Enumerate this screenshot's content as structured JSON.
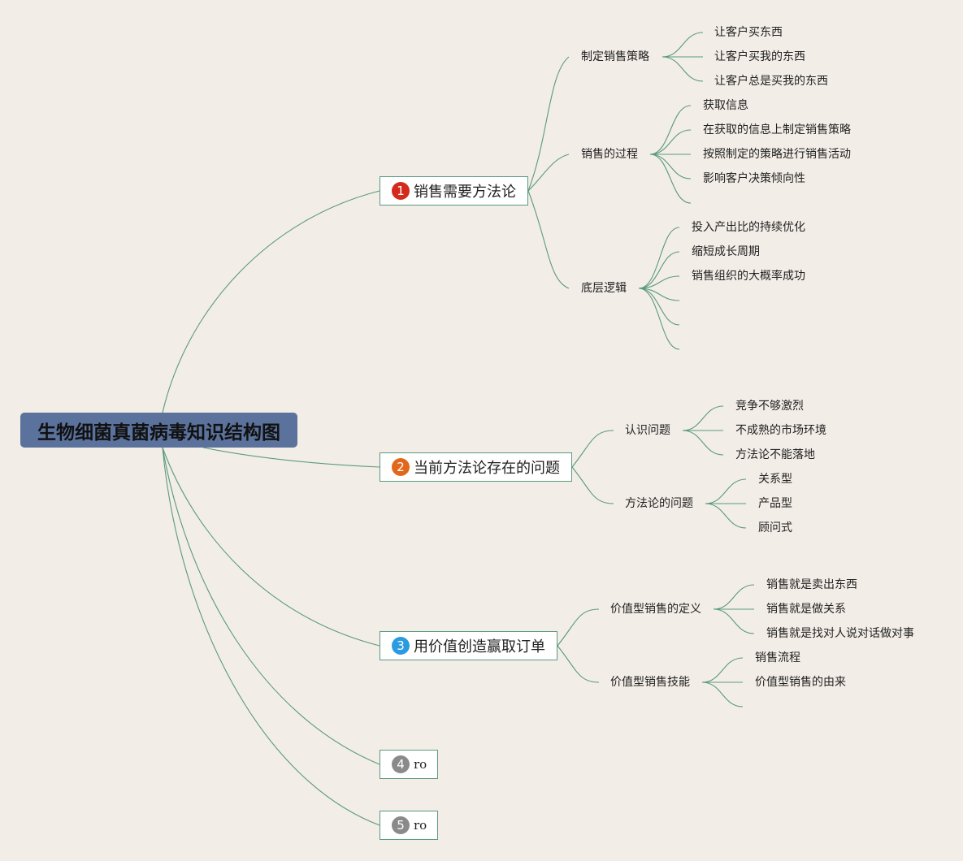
{
  "root": {
    "title": "生物细菌真菌病毒知识结构图"
  },
  "topics": [
    {
      "number": "1",
      "label": "销售需要方法论",
      "subtopics": [
        {
          "label": "制定销售策略",
          "items": [
            "让客户买东西",
            "让客户买我的东西",
            "让客户总是买我的东西"
          ]
        },
        {
          "label": "销售的过程",
          "items": [
            "获取信息",
            "在获取的信息上制定销售策略",
            "按照制定的策略进行销售活动",
            "影响客户决策倾向性"
          ]
        },
        {
          "label": "底层逻辑",
          "items": [
            "投入产出比的持续优化",
            "缩短成长周期",
            "销售组织的大概率成功"
          ]
        }
      ]
    },
    {
      "number": "2",
      "label": "当前方法论存在的问题",
      "subtopics": [
        {
          "label": "认识问题",
          "items": [
            "竞争不够激烈",
            "不成熟的市场环境",
            "方法论不能落地"
          ]
        },
        {
          "label": "方法论的问题",
          "items": [
            "关系型",
            "产品型",
            "顾问式"
          ]
        }
      ]
    },
    {
      "number": "3",
      "label": "用价值创造赢取订单",
      "subtopics": [
        {
          "label": "价值型销售的定义",
          "items": [
            "销售就是卖出东西",
            "销售就是做关系",
            "销售就是找对人说对话做对事"
          ]
        },
        {
          "label": "价值型销售技能",
          "items": [
            "销售流程",
            "价值型销售的由来"
          ]
        }
      ]
    },
    {
      "number": "4",
      "label": "ro"
    },
    {
      "number": "5",
      "label": "ro"
    }
  ],
  "colors": {
    "link": "#5a9a7f",
    "root_bg": "#5b729c",
    "background": "#f2ede7"
  }
}
